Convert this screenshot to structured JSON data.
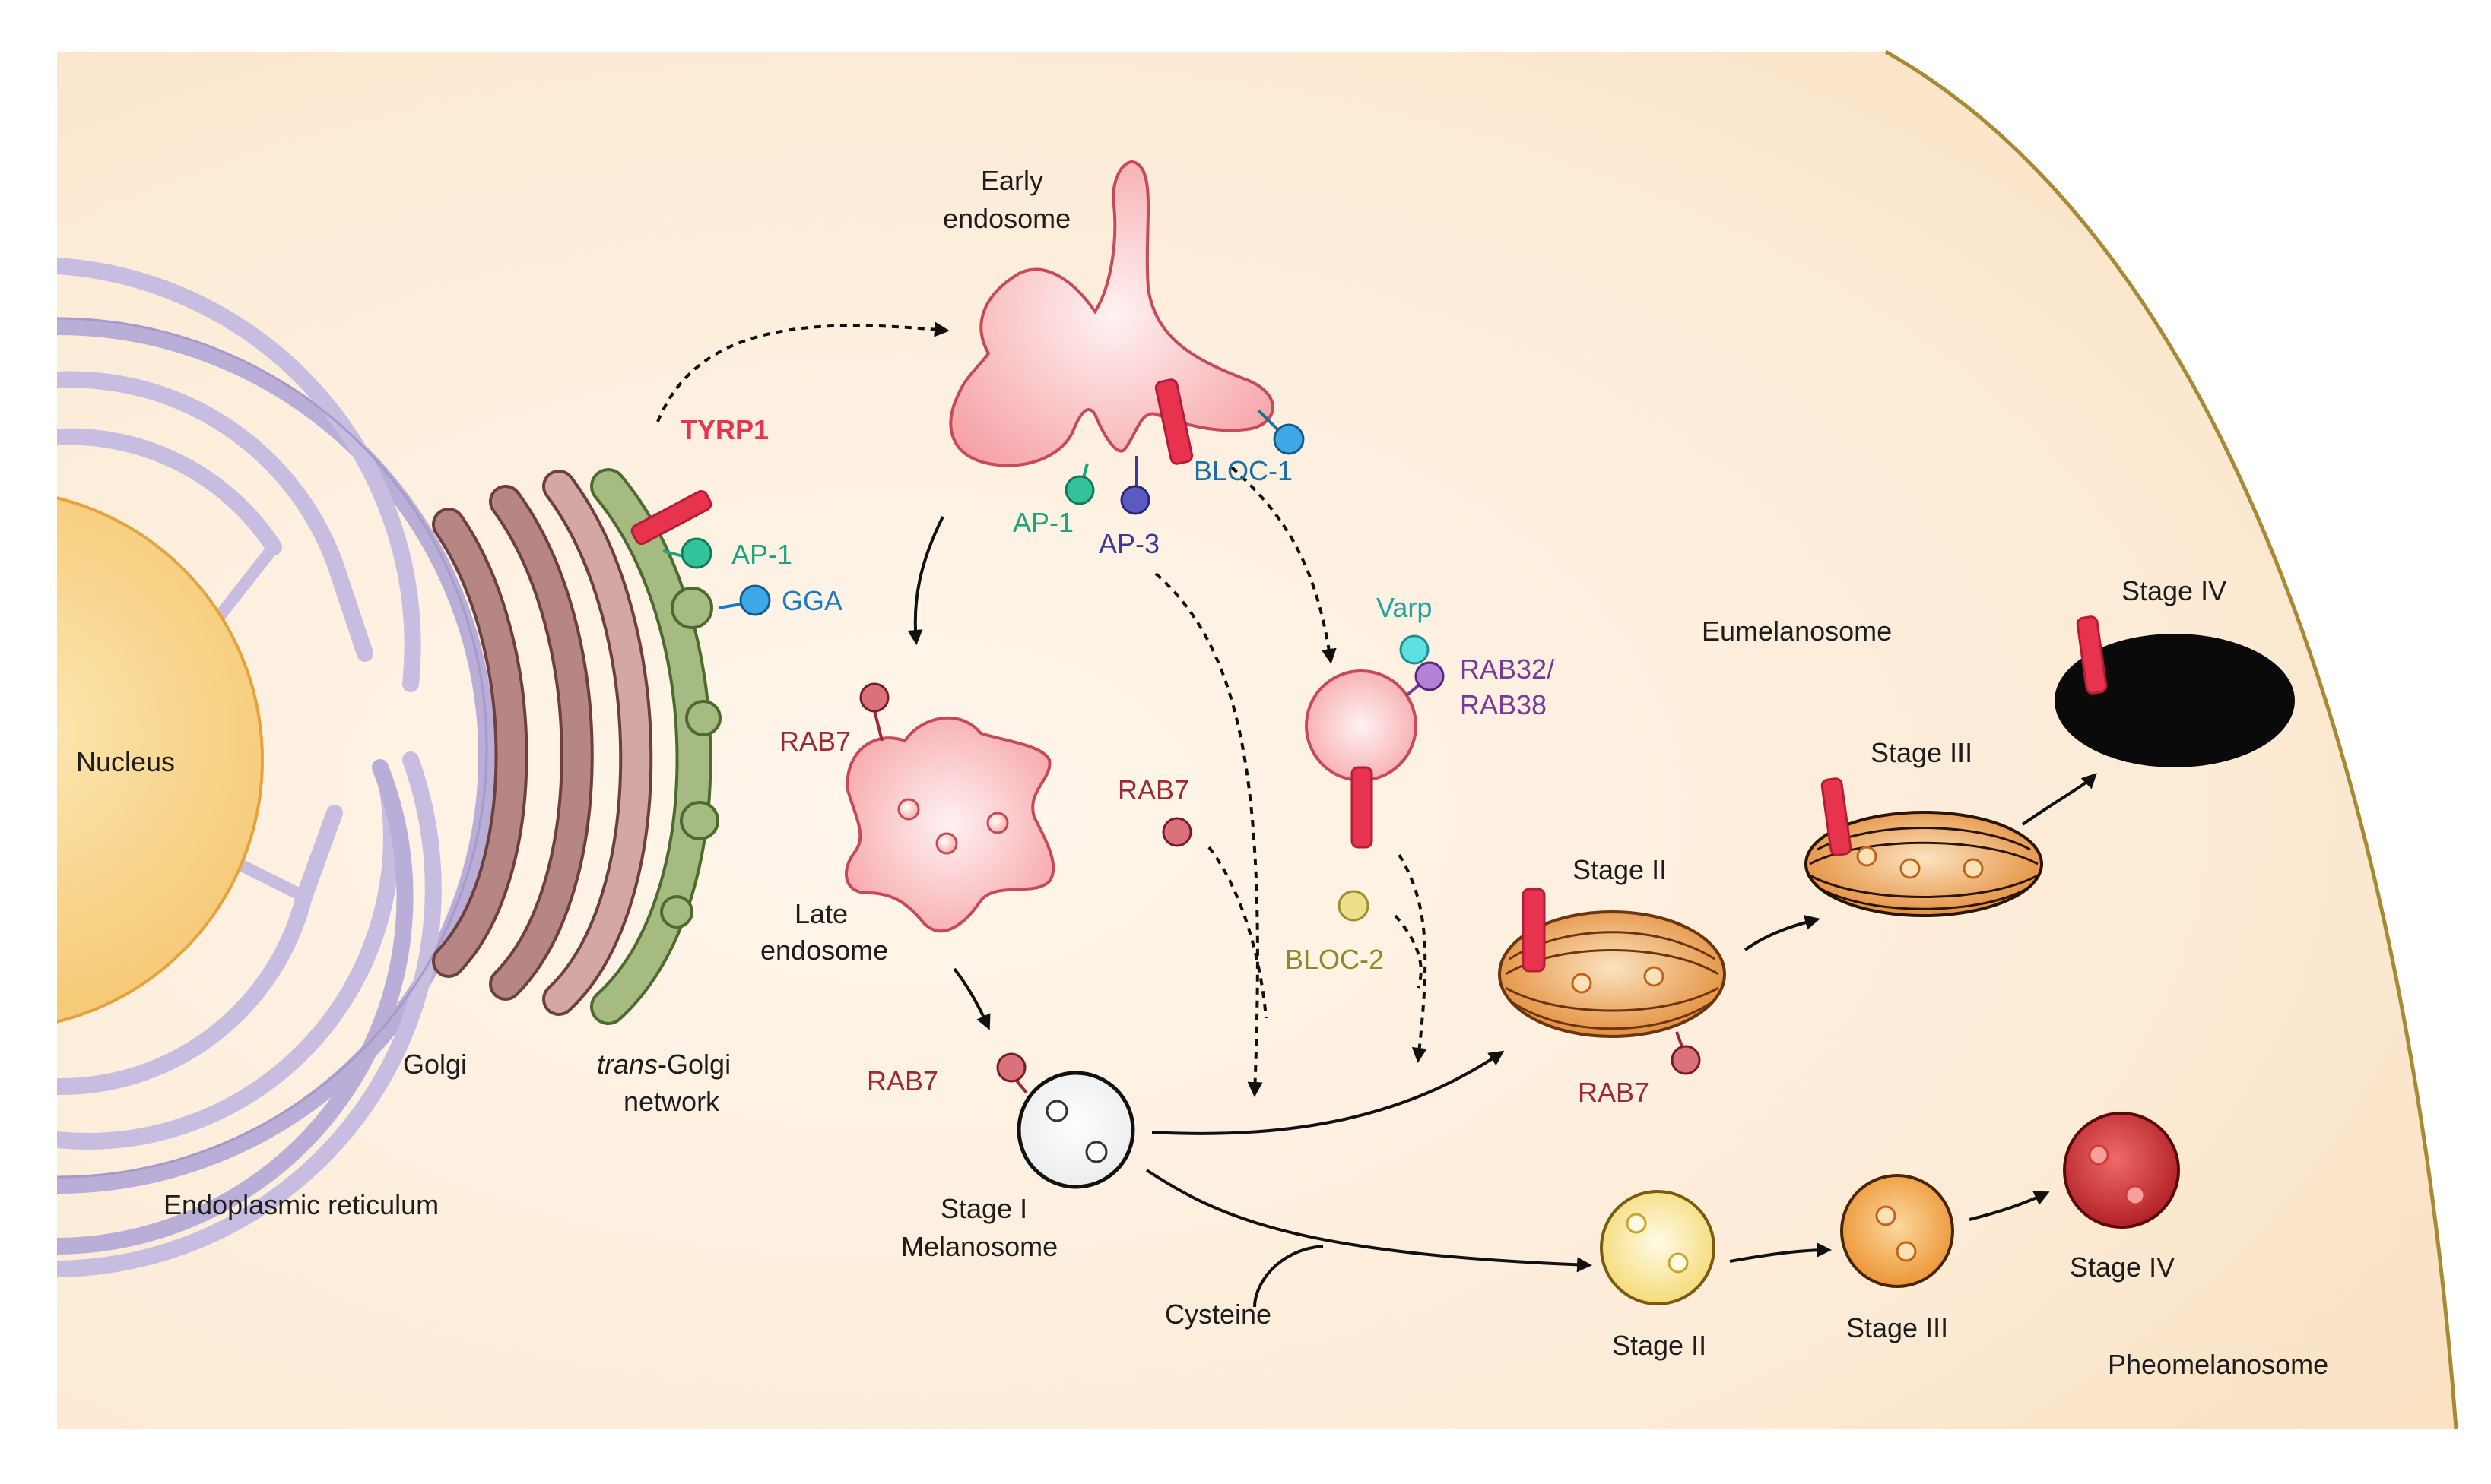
{
  "labels": {
    "nucleus": "Nucleus",
    "er": "Endoplasmic reticulum",
    "golgi": "Golgi",
    "tgn_italic": "trans",
    "tgn_rest": "-Golgi",
    "tgn_line2": "network",
    "tyrp1": "TYRP1",
    "ap1_tgn": "AP-1",
    "gga": "GGA",
    "early_endosome_1": "Early",
    "early_endosome_2": "endosome",
    "ap1_ee": "AP-1",
    "ap3": "AP-3",
    "bloc1": "BLOC-1",
    "varp": "Varp",
    "rab32_1": "RAB32/",
    "rab32_2": "RAB38",
    "bloc2": "BLOC-2",
    "rab7_late": "RAB7",
    "rab7_mid": "RAB7",
    "rab7_stage1": "RAB7",
    "rab7_eu": "RAB7",
    "late_endosome_1": "Late",
    "late_endosome_2": "endosome",
    "stage1_1": "Stage I",
    "stage1_2": "Melanosome",
    "cysteine": "Cysteine",
    "eumelanosome": "Eumelanosome",
    "eu_stage2": "Stage II",
    "eu_stage3": "Stage III",
    "eu_stage4": "Stage IV",
    "pheomelanosome": "Pheomelanosome",
    "ph_stage2": "Stage II",
    "ph_stage3": "Stage III",
    "ph_stage4": "Stage IV"
  },
  "colors": {
    "tyrp1": "#e8334f",
    "ap1": "#1fa37f",
    "gga": "#1b7bbf",
    "bloc1": "#1b6fa3",
    "ap3": "#3a3a9a",
    "varp": "#1fa3a3",
    "rab32": "#7b3a9a",
    "bloc2": "#8a8a2a",
    "rab7": "#9c2a36",
    "er": "#a79ac9",
    "golgi": "#8a5a58",
    "tgn": "#8faa6c",
    "cytoplasm": "#fbe3c5",
    "cell_membrane": "#a88a34"
  }
}
